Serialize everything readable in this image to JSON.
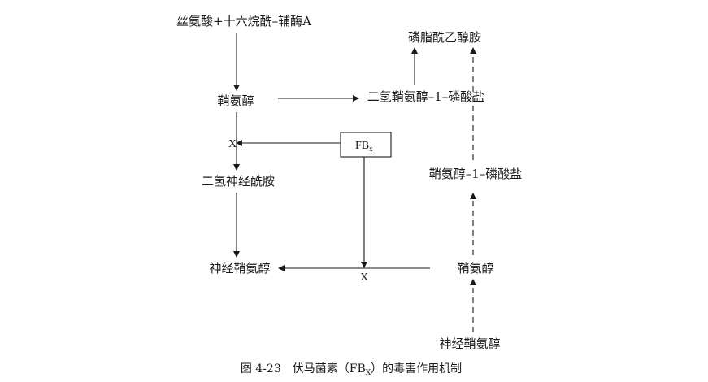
{
  "nodes": {
    "serine_palmitoyl_coa": "丝氨酸+十六烷酰–辅酶A",
    "sphinganine": "鞘氨醇",
    "dihydrosphingosine_1_phosphate": "二氢鞘氨醇–1–磷酸盐",
    "phosphatidylethanolamine": "磷脂酰乙醇胺",
    "dihydroceramide": "二氢神经酰胺",
    "sphingosine_1_phosphate": "鞘氨醇–1–磷酸盐",
    "ceramide": "神经鞘氨醇",
    "sphingosine": "鞘氨醇",
    "ceramide_bottom": "神经鞘氨醇"
  },
  "fumonisin_box": {
    "main": "FB",
    "sub": "x"
  },
  "inhibition_marks": {
    "upper": "X",
    "lower": "X"
  },
  "caption": {
    "prefix": "图 4-23　伏马菌素（FB",
    "sub": "X",
    "suffix": "）的毒害作用机制"
  }
}
